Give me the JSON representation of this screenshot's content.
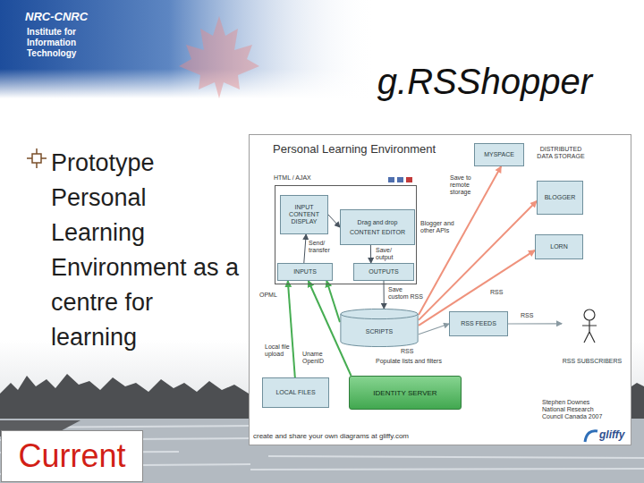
{
  "diagram": {
    "title": "g.RSShopper",
    "nodes": [
      {
        "text": [
          "Personal Learning Environment"
        ]
      },
      {
        "text": [
          "HTML / AJAX"
        ],
        "in": 0
      },
      {
        "text": [
          "INPUT CONTENT DISPLAY"
        ],
        "in": 1
      },
      {
        "text": [
          "Drag and drop",
          "CONTENT EDITOR"
        ],
        "in": 1
      },
      {
        "text": [
          "INPUTS"
        ],
        "in": 1
      },
      {
        "text": [
          "OUTPUTS"
        ],
        "in": 1
      },
      {
        "text": [
          "SCRIPTS"
        ],
        "in": 0
      },
      {
        "text": [
          "RSS FEEDS"
        ],
        "in": 0
      },
      {
        "text": [
          "RSS SUBSCRIBERS"
        ],
        "in": 0
      },
      {
        "text": [
          "MYSPACE"
        ],
        "in": 0
      },
      {
        "text": [
          "BLOGGER"
        ],
        "in": 0
      },
      {
        "text": [
          "LORN"
        ],
        "in": 0
      },
      {
        "text": [
          "LOCAL FILES"
        ],
        "in": 0
      },
      {
        "text": [
          "IDENTITY SERVER"
        ],
        "in": 0
      },
      {
        "text": [
          "Current"
        ]
      }
    ],
    "edges": [
      {
        "from": 4,
        "to": 2,
        "arrow": "to"
      },
      {
        "from": 2,
        "to": 3,
        "arrow": "to"
      },
      {
        "from": 3,
        "to": 5,
        "arrow": "to"
      },
      {
        "from": 5,
        "to": 6,
        "arrow": "to"
      },
      {
        "from": 6,
        "to": 9,
        "arrow": "to"
      },
      {
        "from": 6,
        "to": 10,
        "arrow": "to"
      },
      {
        "from": 6,
        "to": 11,
        "arrow": "to"
      },
      {
        "from": 6,
        "to": 7,
        "arrow": "to"
      },
      {
        "from": 7,
        "to": 8,
        "arrow": "to"
      },
      {
        "from": 12,
        "to": 4,
        "arrow": "to"
      },
      {
        "from": 13,
        "to": 4,
        "arrow": "to"
      },
      {
        "from": 6,
        "to": 4,
        "arrow": "to"
      }
    ],
    "labels": [
      "NRC-CNRC",
      "Institute for Information Technology",
      "Prototype Personal Learning Environment as a centre for learning",
      "DISTRIBUTED DATA STORAGE",
      "Save to remote storage",
      "Blogger and other APIs",
      "RSS",
      "RSS",
      "OPML",
      "Save custom RSS",
      "Send/ transfer",
      "Save/ output",
      "Local file upload",
      "Uname OpenID",
      "RSS",
      "Populate lists and filters",
      "Stephen Downes National Research Council Canada 2007",
      "create and share your own diagrams at gliffy.com",
      "gliffy"
    ]
  }
}
